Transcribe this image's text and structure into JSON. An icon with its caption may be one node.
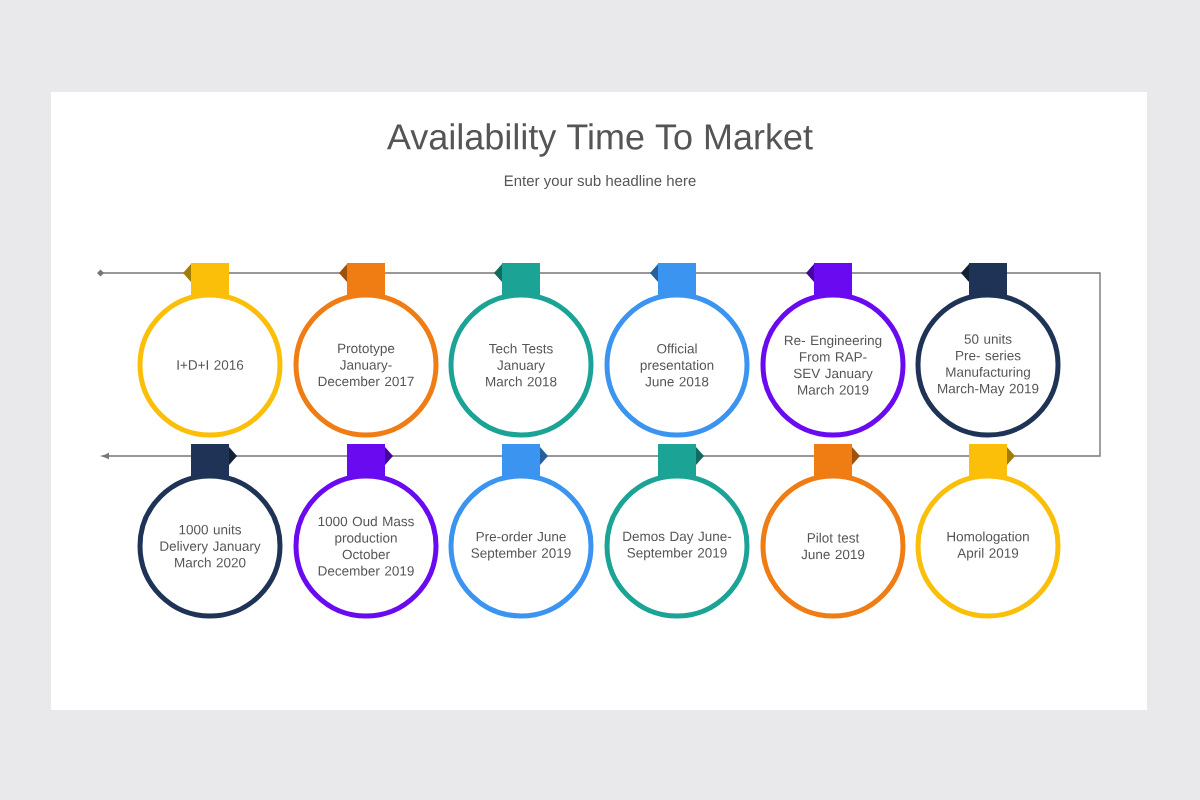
{
  "diagram": {
    "title": "Availability Time To Market",
    "caption": "Enter your sub headline here",
    "nodes": [
      {
        "text": [
          "I+D+I 2016"
        ]
      },
      {
        "text": [
          "Prototype January- December 2017"
        ]
      },
      {
        "text": [
          "Tech Tests January March 2018"
        ]
      },
      {
        "text": [
          "Official presentation June 2018"
        ]
      },
      {
        "text": [
          "Re- Engineering From RAP-SEV January March 2019"
        ]
      },
      {
        "text": [
          "50 units Pre- series Manufacturing March-May 2019"
        ]
      },
      {
        "text": [
          "1000 units Delivery January March 2020"
        ]
      },
      {
        "text": [
          "1000 Oud Mass production October December 2019"
        ]
      },
      {
        "text": [
          "Pre-order June September 2019"
        ]
      },
      {
        "text": [
          "Demos Day June- September 2019"
        ]
      },
      {
        "text": [
          "Pilot test June 2019"
        ]
      },
      {
        "text": [
          "Homologation April 2019"
        ]
      }
    ]
  }
}
